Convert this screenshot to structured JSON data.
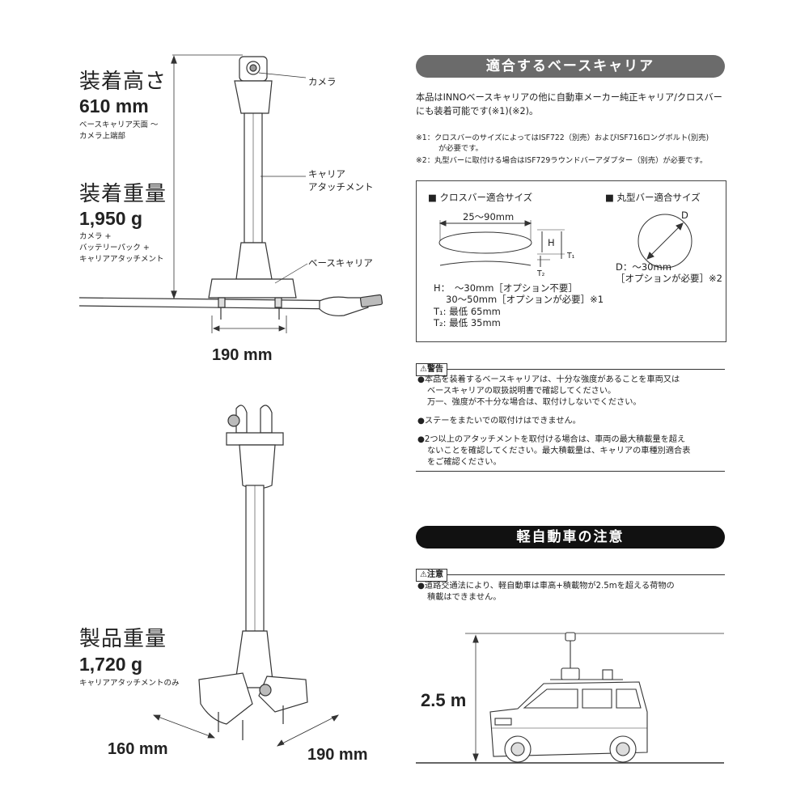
{
  "left": {
    "mount_height": {
      "title": "装着高さ",
      "value": "610 mm",
      "note": "ベースキャリア天面 ～\nカメラ上端部"
    },
    "mount_weight": {
      "title": "装着重量",
      "value": "1,950 g",
      "note": "カメラ +\nバッテリーパック +\nキャリアアタッチメント"
    },
    "product_weight": {
      "title": "製品重量",
      "value": "1,720 g",
      "note": "キャリアアタッチメントのみ"
    },
    "labels": {
      "camera": "カメラ",
      "attachment": "キャリア\nアタッチメント",
      "base_carrier": "ベースキャリア"
    },
    "dims": {
      "top_width": "190 mm",
      "bottom_left": "160 mm",
      "bottom_right": "190 mm"
    }
  },
  "compat": {
    "title": "適合するベースキャリア",
    "intro": "本品はINNOベースキャリアの他に自動車メーカー純正キャリア/クロスバーにも装着可能です(※1)(※2)。",
    "note1_a": "※1：クロスバーのサイズによってはISF722（別売）およびISF716ロングボルト(別売)",
    "note1_b": "が必要です。",
    "note2": "※2：丸型バーに取付ける場合はISF729ラウンドバーアダプター（別売）が必要です。",
    "crossbar_title": "■ クロスバー適合サイズ",
    "roundbar_title": "■ 丸型バー適合サイズ",
    "width_range": "25～90mm",
    "H": "H",
    "T1": "T₁",
    "T2": "T₂",
    "D": "D",
    "h_line1": "H：　～30mm［オプション不要］",
    "h_line2": "30～50mm［オプションが必要］※1",
    "t1_line": "T₁: 最低 65mm",
    "t2_line": "T₂: 最低 35mm",
    "d_line1": "D：～30mm",
    "d_line2": "［オプションが必要］※2"
  },
  "warning": {
    "header": "⚠警告",
    "item1_a": "●本品を装着するベースキャリアは、十分な強度があることを車両又は",
    "item1_b": "ベースキャリアの取扱説明書で確認してください。",
    "item1_c": "万一、強度が不十分な場合は、取付けしないでください。",
    "item2": "●ステーをまたいでの取付けはできません。",
    "item3_a": "●2つ以上のアタッチメントを取付ける場合は、車両の最大積載量を超え",
    "item3_b": "ないことを確認してください。最大積載量は、キャリアの車種別適合表",
    "item3_c": "をご確認ください。"
  },
  "kei": {
    "title": "軽自動車の注意",
    "header": "⚠注意",
    "item_a": "●道路交通法により、軽自動車は車高+積載物が2.5mを超える荷物の",
    "item_b": "積載はできません。",
    "height": "2.5 m"
  },
  "colors": {
    "pill_gray": "#6b6b6b",
    "pill_black": "#111111",
    "line": "#333333"
  }
}
